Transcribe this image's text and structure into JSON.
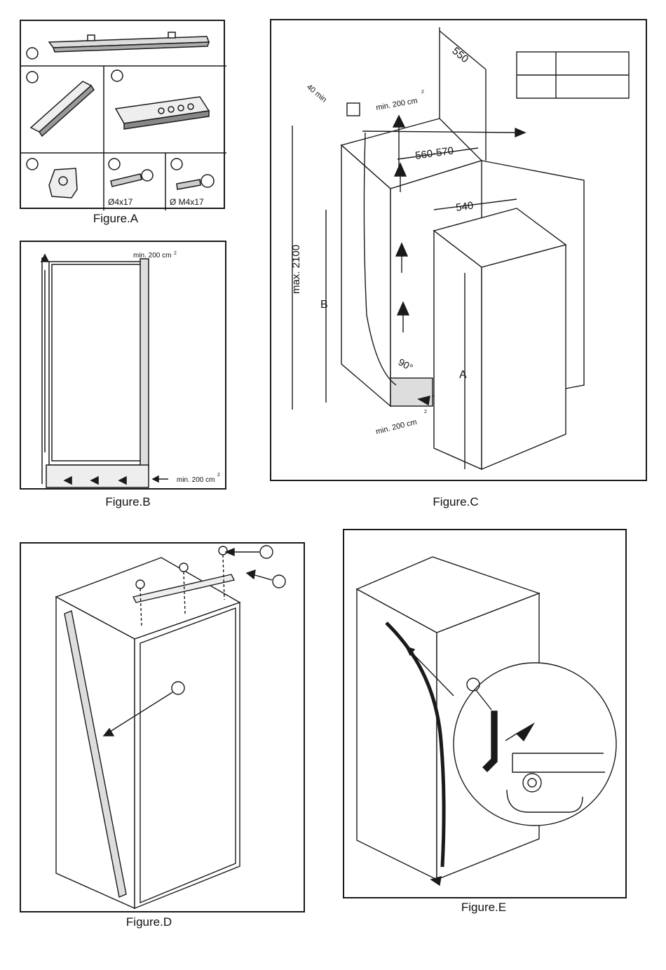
{
  "figure_a": {
    "caption": "Figure.A",
    "screw_small_label": "Ø4x17",
    "screw_large_label": "Ø M4x17"
  },
  "figure_b": {
    "caption": "Figure.B",
    "vent_top": "min. 200 cm",
    "vent_bottom": "min. 200 cm",
    "superscript": "2"
  },
  "figure_c": {
    "caption": "Figure.C",
    "dim_depth": "550",
    "dim_width": "560-570",
    "dim_appliance_depth": "540",
    "dim_height": "max. 2100",
    "dim_gap": "40 min",
    "dim_angle": "90°",
    "label_b": "B",
    "label_a": "A",
    "vent_top": "min. 200 cm",
    "vent_bottom": "min. 200 cm",
    "superscript": "2"
  },
  "figure_d": {
    "caption": "Figure.D"
  },
  "figure_e": {
    "caption": "Figure.E"
  }
}
